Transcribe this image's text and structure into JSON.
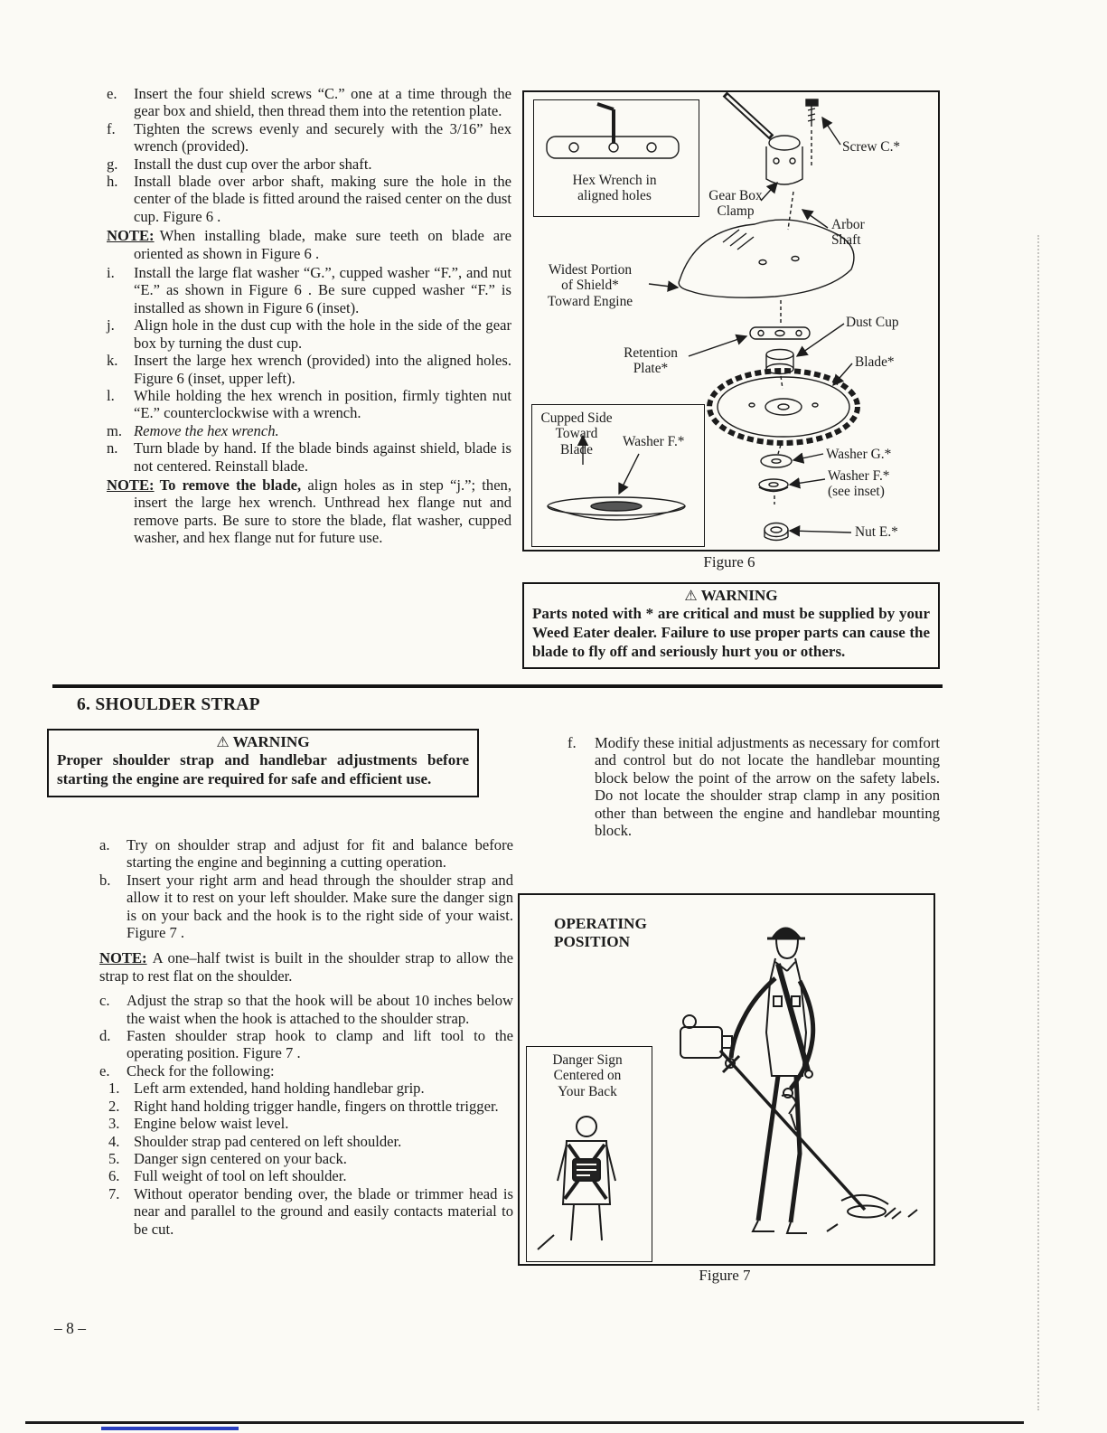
{
  "page": {
    "number": "– 8 –"
  },
  "icons": {
    "warning": "⚠"
  },
  "assembly": {
    "steps": [
      {
        "label": "e.",
        "text": "Insert the four shield screws “C.” one at a time through the gear box and shield, then thread them into the retention plate."
      },
      {
        "label": "f.",
        "text": "Tighten the screws evenly and securely with the 3/16” hex wrench (provided)."
      },
      {
        "label": "g.",
        "text": "Install the dust cup over the arbor shaft."
      },
      {
        "label": "h.",
        "text": "Install blade over arbor shaft, making sure the hole in the center of the blade is fitted around the raised center on the dust cup.  Figure 6 ."
      },
      {
        "label": "i.",
        "text": "Install the large flat washer “G.”, cupped washer “F.”, and nut “E.” as shown in Figure 6 .  Be sure cupped washer “F.” is installed as shown in Figure 6 (inset)."
      },
      {
        "label": "j.",
        "text": "Align hole in the dust cup with the hole in the side of the gear box by turning the dust cup."
      },
      {
        "label": "k.",
        "text": "Insert the large hex wrench (provided) into the aligned holes. Figure 6 (inset, upper left)."
      },
      {
        "label": "l.",
        "text": "While holding the hex wrench in position, firmly tighten nut “E.” counterclockwise with a wrench."
      },
      {
        "label": "m.",
        "text": "Remove the hex wrench."
      },
      {
        "label": "n.",
        "text": "Turn blade by hand.  If the blade binds against shield, blade is not centered.  Reinstall blade."
      }
    ],
    "note1": {
      "label": "NOTE:",
      "text": "When installing blade, make sure teeth on blade are oriented as shown in Figure 6 ."
    },
    "note2": {
      "label": "NOTE:",
      "bold": "To remove the blade,",
      "text": "align holes as in step “j.”; then, insert the large hex wrench. Unthread hex flange nut and remove parts.  Be sure to store the blade, flat washer, cupped washer, and hex flange nut for future use."
    }
  },
  "figure6": {
    "caption": "Figure 6",
    "labels": {
      "hex_wrench": [
        "Hex Wrench in",
        "aligned holes"
      ],
      "screw_c": "Screw C.*",
      "gear_box_clamp": [
        "Gear Box",
        "Clamp"
      ],
      "arbor_shaft": [
        "Arbor",
        "Shaft"
      ],
      "widest_portion": [
        "Widest Portion",
        "of Shield*",
        "Toward Engine"
      ],
      "dust_cup": "Dust Cup",
      "retention_plate": [
        "Retention",
        "Plate*"
      ],
      "blade": "Blade*",
      "washer_g": "Washer G.*",
      "washer_f": [
        "Washer F.*",
        "(see inset)"
      ],
      "nut_e": "Nut E.*",
      "cupped_side": [
        "Cupped Side",
        "Toward",
        "Blade"
      ],
      "washer_f_inset": "Washer F.*"
    }
  },
  "warning_parts": {
    "title": "WARNING",
    "text": "Parts noted with *  are critical and must be supplied by your Weed Eater dealer.  Failure to use proper parts can cause the blade to fly off and seriously hurt you or others."
  },
  "section": {
    "heading": "6. SHOULDER STRAP"
  },
  "warning_strap": {
    "title": "WARNING",
    "text": "Proper shoulder strap and handlebar adjustments before starting the engine are required for safe and efficient use."
  },
  "strap": {
    "steps": [
      {
        "label": "a.",
        "text": "Try on shoulder strap and adjust for fit and balance before starting the engine and beginning a cutting operation."
      },
      {
        "label": "b.",
        "text": "Insert your right arm and head through the shoulder strap and allow it to rest on your left shoulder.  Make sure the danger sign is on your back and the hook is to the right side of your waist.  Figure 7 ."
      },
      {
        "label": "c.",
        "text": "Adjust the strap so that the hook will be about 10 inches below the waist when the hook is attached to the shoulder strap."
      },
      {
        "label": "d.",
        "text": "Fasten shoulder strap hook to clamp and lift tool to the operating position.  Figure 7 ."
      },
      {
        "label": "e.",
        "text": "Check for the following:"
      }
    ],
    "note": {
      "label": "NOTE:",
      "text": "A one–half twist is built in the shoulder strap to allow the strap to rest flat on the shoulder."
    },
    "checklist": [
      {
        "label": "1.",
        "text": "Left arm extended, hand holding handlebar grip."
      },
      {
        "label": "2.",
        "text": "Right hand holding trigger handle, fingers on throttle trigger."
      },
      {
        "label": "3.",
        "text": "Engine below waist level."
      },
      {
        "label": "4.",
        "text": "Shoulder strap pad centered on left shoulder."
      },
      {
        "label": "5.",
        "text": "Danger sign centered on your back."
      },
      {
        "label": "6.",
        "text": "Full weight of tool on left shoulder."
      },
      {
        "label": "7.",
        "text": "Without operator bending over, the blade or trimmer head is near and parallel to the ground and easily contacts material to be cut."
      }
    ],
    "step_f": {
      "label": "f.",
      "text": "Modify these initial adjustments as necessary for comfort and control but do not locate the handlebar mounting block below the point of the arrow on the safety labels. Do not locate the shoulder strap clamp in any position other than between the engine and handlebar mounting block."
    }
  },
  "figure7": {
    "caption": "Figure 7",
    "operating": [
      "OPERATING",
      "POSITION"
    ],
    "danger_sign": [
      "Danger Sign",
      "Centered on",
      "Your Back"
    ]
  }
}
